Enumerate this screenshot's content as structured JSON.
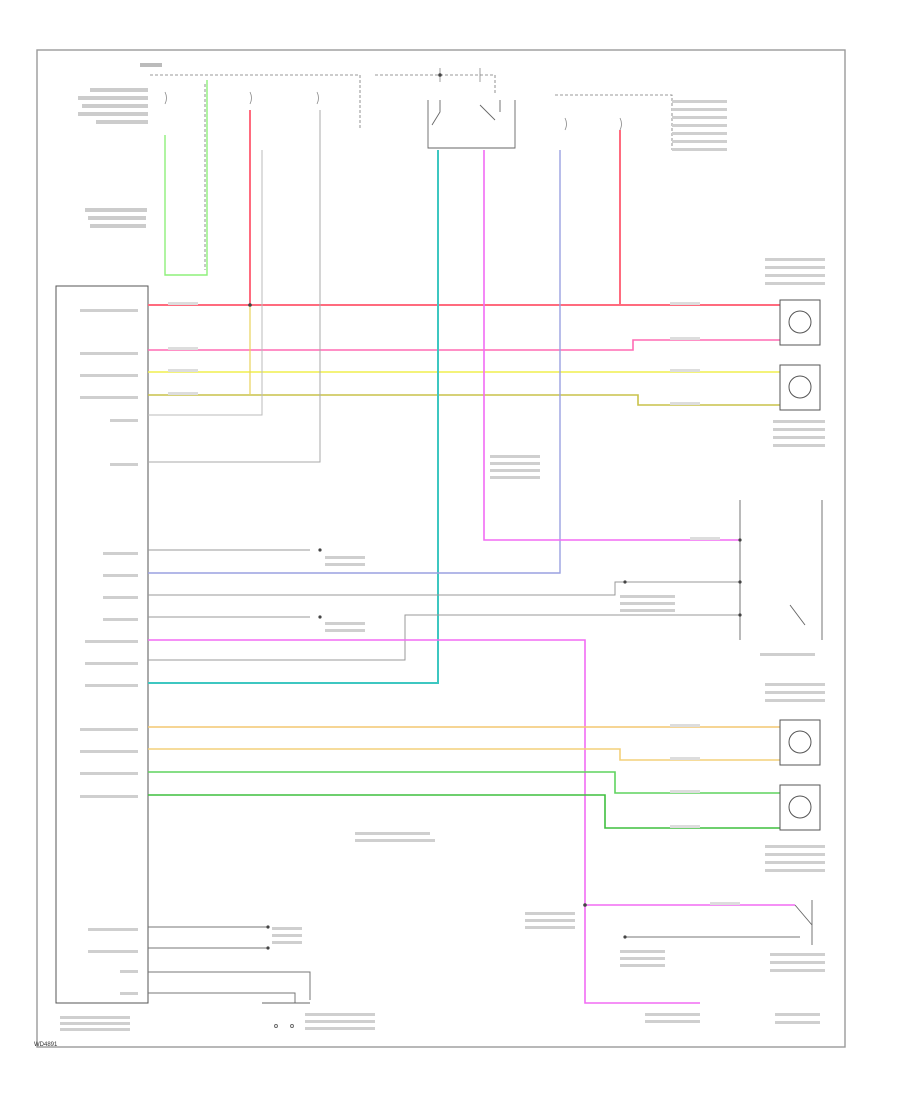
{
  "figure": {
    "footer_code": "WD4891"
  },
  "colors": {
    "red": "#ff6b7e",
    "pink": "#ff6bb4",
    "magenta": "#f26cf3",
    "yellow": "#f1ef4e",
    "olive": "#c9c24a",
    "orange_tan": "#f4c770",
    "green": "#5fd35f",
    "lime": "#8ef07a",
    "cyan": "#3dc7c1",
    "teal": "#2fb5a8",
    "lavender": "#9aa1e0",
    "wire_grey": "#8a8a8a",
    "frame": "#9a9a9a"
  },
  "wires": [
    {
      "name": "red-main",
      "color": "red"
    },
    {
      "name": "pink-upper",
      "color": "pink"
    },
    {
      "name": "yellow-upper",
      "color": "yellow"
    },
    {
      "name": "olive-upper",
      "color": "olive"
    },
    {
      "name": "magenta-fuse-drop",
      "color": "magenta"
    },
    {
      "name": "cyan-relay",
      "color": "cyan"
    },
    {
      "name": "lavender-relay",
      "color": "lavender"
    },
    {
      "name": "tan-lower",
      "color": "orange_tan"
    },
    {
      "name": "orange-lower",
      "color": "orange_tan"
    },
    {
      "name": "green-lower",
      "color": "green"
    },
    {
      "name": "green-lower-2",
      "color": "green"
    },
    {
      "name": "lime-ignition",
      "color": "lime"
    },
    {
      "name": "magenta-lower",
      "color": "magenta"
    }
  ]
}
